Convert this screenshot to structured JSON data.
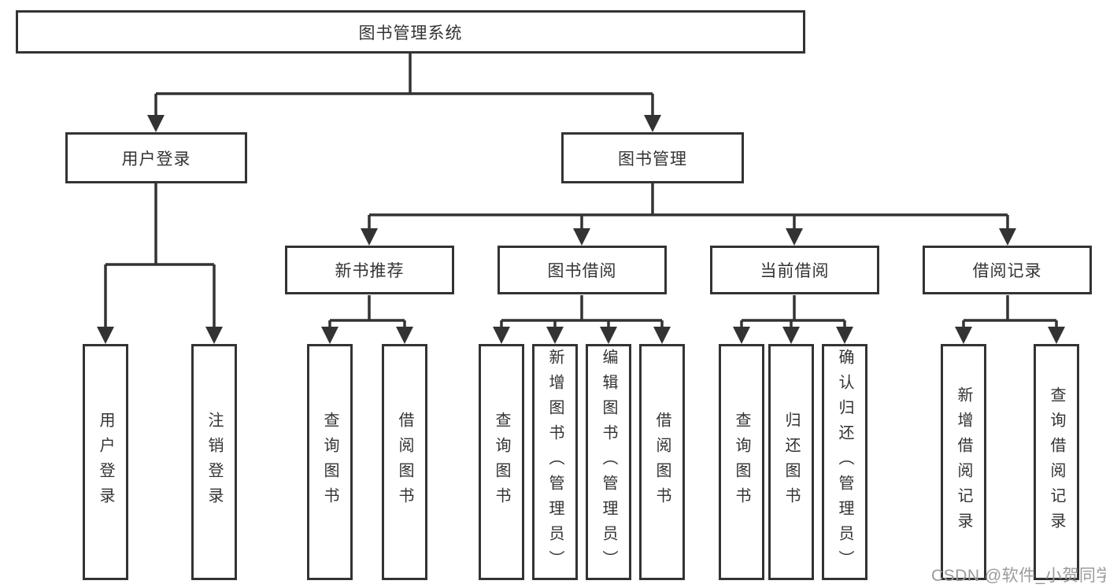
{
  "diagram": {
    "root": {
      "label": "图书管理系统",
      "children": [
        {
          "label": "用户登录",
          "children": [
            {
              "label": "用户登录"
            },
            {
              "label": "注销登录"
            }
          ]
        },
        {
          "label": "图书管理",
          "children": [
            {
              "label": "新书推荐",
              "children": [
                {
                  "label": "查询图书"
                },
                {
                  "label": "借阅图书"
                }
              ]
            },
            {
              "label": "图书借阅",
              "children": [
                {
                  "label": "查询图书"
                },
                {
                  "label": "新增图书（管理员）"
                },
                {
                  "label": "编辑图书（管理员）"
                },
                {
                  "label": "借阅图书"
                }
              ]
            },
            {
              "label": "当前借阅",
              "children": [
                {
                  "label": "查询图书"
                },
                {
                  "label": "归还图书"
                },
                {
                  "label": "确认归还（管理员）"
                }
              ]
            },
            {
              "label": "借阅记录",
              "children": [
                {
                  "label": "新增借阅记录"
                },
                {
                  "label": "查询借阅记录"
                }
              ]
            }
          ]
        }
      ]
    }
  },
  "watermark": {
    "text": "CSDN @软件_小贺同学"
  },
  "colors": {
    "line": "#333333",
    "text": "#333333",
    "watermark": "#9b9b9b",
    "background": "#ffffff"
  }
}
